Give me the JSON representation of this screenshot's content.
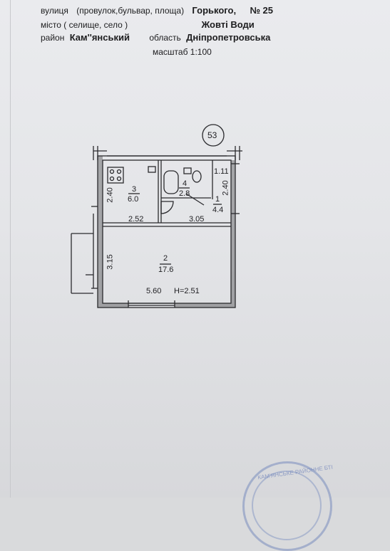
{
  "header": {
    "street_label": "вулиця",
    "street_hint": "(провулок,бульвар, площа)",
    "street_value": "Горького,",
    "house_label": "№ 25",
    "city_label": "місто ( селище, село )",
    "city_value": "Жовті Води",
    "district_label": "район",
    "district_value": "Кам''янський",
    "region_label": "область",
    "region_value": "Дніпропетровська",
    "scale": "масштаб   1:100"
  },
  "plan": {
    "building_number": "53",
    "rooms": [
      {
        "number": "1",
        "area": "4.4"
      },
      {
        "number": "2",
        "area": "17.6"
      },
      {
        "number": "3",
        "area": "6.0"
      },
      {
        "number": "4",
        "area": "2.8"
      }
    ],
    "dimensions": {
      "left_top": "2.40",
      "left_bottom": "3.15",
      "right_top": "2.40",
      "mid_left": "2.52",
      "mid_right": "3.05",
      "corridor": "1.11",
      "bottom": "5.60",
      "height": "H=2.51"
    }
  },
  "stamp": {
    "text": "КАМ'ЯНСЬКЕ РАЙОННЕ БТІ"
  },
  "colors": {
    "paper": "#e6e7ea",
    "ink": "#1d1d1f",
    "stamp": "#7d8fc0"
  }
}
